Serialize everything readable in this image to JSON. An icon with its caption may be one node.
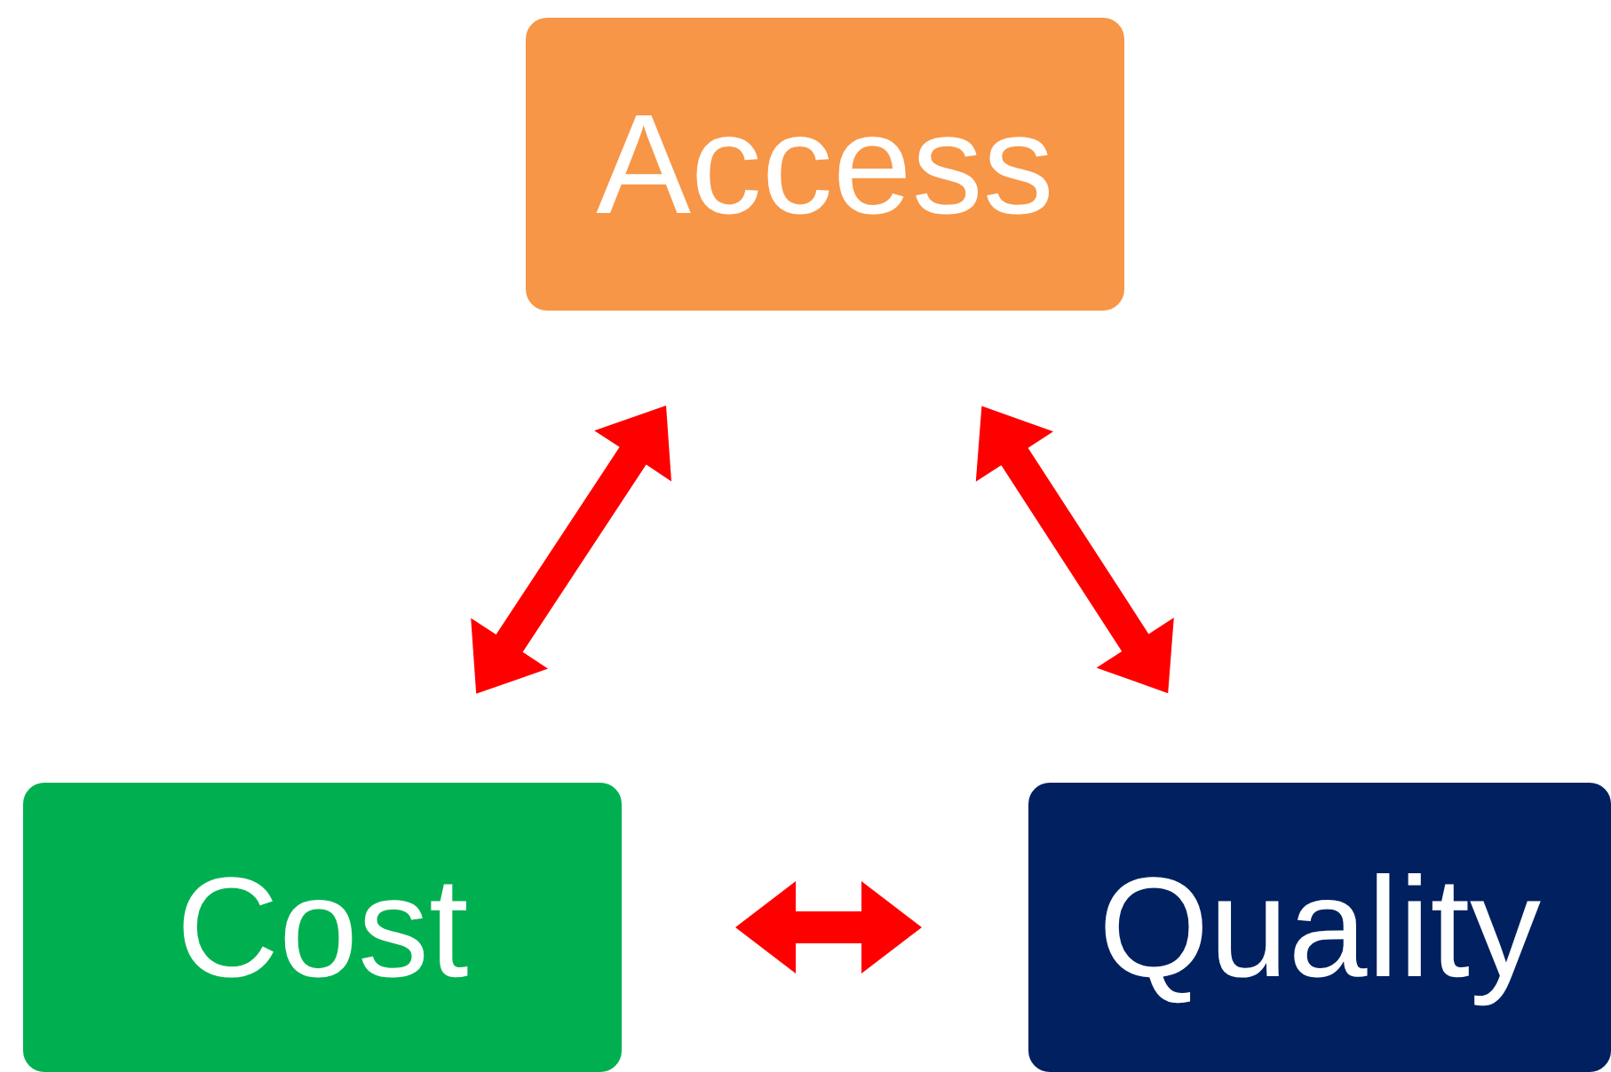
{
  "diagram": {
    "nodes": [
      {
        "text": [
          "Access"
        ]
      },
      {
        "text": [
          "Cost"
        ]
      },
      {
        "text": [
          "Quality"
        ]
      }
    ],
    "edges": [
      {
        "from": 0,
        "to": 1,
        "arrow": "both"
      },
      {
        "from": 0,
        "to": 2,
        "arrow": "both"
      },
      {
        "from": 1,
        "to": 2,
        "arrow": "both"
      }
    ]
  }
}
